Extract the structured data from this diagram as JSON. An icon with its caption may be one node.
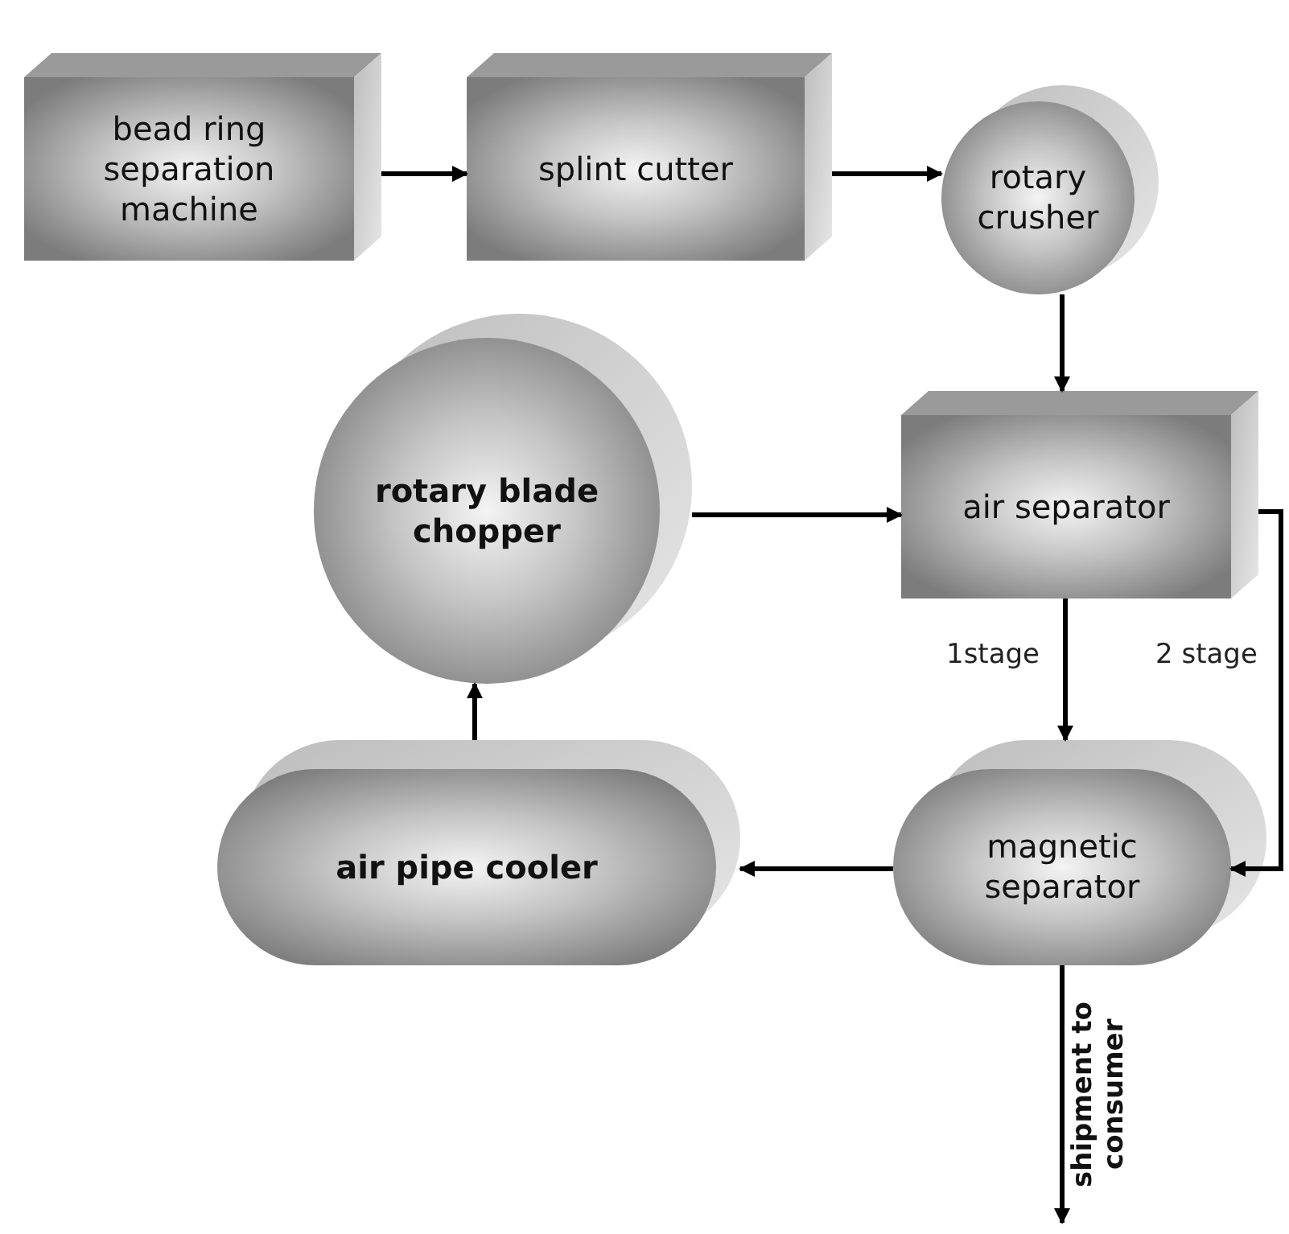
{
  "diagram": {
    "nodes": [
      {
        "text": [
          "bead ring separation machine"
        ]
      },
      {
        "text": [
          "splint cutter"
        ]
      },
      {
        "text": [
          "rotary crusher"
        ]
      },
      {
        "text": [
          "air separator"
        ]
      },
      {
        "text": [
          "rotary blade chopper"
        ]
      },
      {
        "text": [
          "magnetic separator"
        ]
      },
      {
        "text": [
          "air pipe cooler"
        ]
      }
    ],
    "edges": [
      {
        "from": 0,
        "to": 1,
        "arrow": "to"
      },
      {
        "from": 1,
        "to": 2,
        "arrow": "to"
      },
      {
        "from": 2,
        "to": 3,
        "arrow": "to"
      },
      {
        "from": 4,
        "to": 3,
        "arrow": "to"
      },
      {
        "from": 3,
        "to": 5,
        "arrow": "to",
        "label": "1stage"
      },
      {
        "from": 3,
        "to": 5,
        "arrow": "to",
        "label": "2 stage"
      },
      {
        "from": 5,
        "to": 6,
        "arrow": "to"
      },
      {
        "from": 6,
        "to": 4,
        "arrow": "to"
      },
      {
        "from": 5,
        "to": null,
        "arrow": "to",
        "label": "shipment to consumer"
      }
    ]
  }
}
